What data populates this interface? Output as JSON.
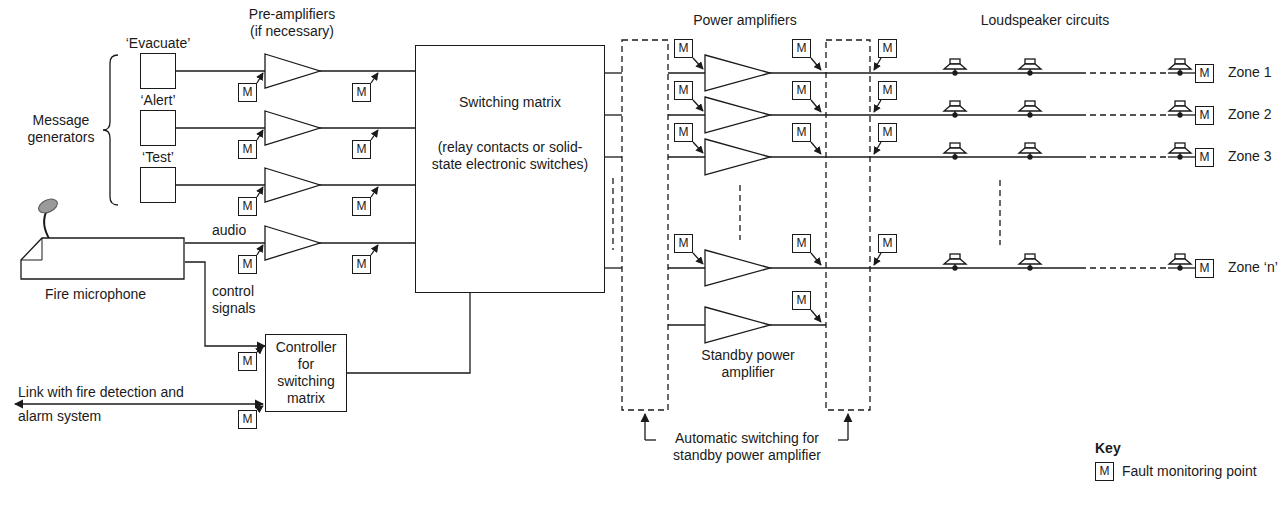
{
  "diagram": {
    "nodes": [
      {
        "text": [
          "‘Evacuate’"
        ]
      },
      {
        "text": [
          "‘Alert’"
        ]
      },
      {
        "text": [
          "‘Test’"
        ]
      },
      {
        "text": [
          "Fire microphone"
        ]
      },
      {
        "text": [
          "Switching matrix",
          "(relay contacts or solid-state electronic switches)"
        ]
      },
      {
        "text": [
          "Controller for switching matrix"
        ]
      },
      {
        "text": [
          "M"
        ]
      },
      {
        "text": [
          "M"
        ]
      },
      {
        "text": [
          "M"
        ]
      },
      {
        "text": [
          "M"
        ]
      },
      {
        "text": [
          "M"
        ]
      },
      {
        "text": [
          "M"
        ]
      },
      {
        "text": [
          "M"
        ]
      },
      {
        "text": [
          "M"
        ]
      },
      {
        "text": [
          "M"
        ]
      },
      {
        "text": [
          "M"
        ]
      },
      {
        "text": [
          "M"
        ]
      },
      {
        "text": [
          "M"
        ]
      },
      {
        "text": [
          "M"
        ]
      },
      {
        "text": [
          "M"
        ]
      },
      {
        "text": [
          "M"
        ]
      },
      {
        "text": [
          "M"
        ]
      },
      {
        "text": [
          "M"
        ]
      },
      {
        "text": [
          "M"
        ]
      },
      {
        "text": [
          "M"
        ]
      },
      {
        "text": [
          "M"
        ]
      },
      {
        "text": [
          "M"
        ]
      },
      {
        "text": [
          "M"
        ]
      },
      {
        "text": [
          "M"
        ]
      },
      {
        "text": [
          "M"
        ]
      },
      {
        "text": [
          "M"
        ]
      },
      {
        "text": [
          "M"
        ]
      },
      {
        "text": [
          "M"
        ]
      },
      {
        "text": [
          "M"
        ]
      }
    ],
    "edges": [
      {
        "from": 0,
        "to": 4,
        "arrow": "none"
      },
      {
        "from": 1,
        "to": 4,
        "arrow": "none"
      },
      {
        "from": 2,
        "to": 4,
        "arrow": "none"
      },
      {
        "from": 3,
        "to": 4,
        "label": "audio",
        "arrow": "none"
      },
      {
        "from": 3,
        "to": 5,
        "label": "control signals",
        "arrow": "to"
      },
      {
        "from": 5,
        "to": 4,
        "arrow": "none"
      }
    ],
    "labels": [
      "Message generators",
      "Pre-amplifiers",
      "(if necessary)",
      "Power amplifiers",
      "Loudspeaker circuits",
      "Zone 1",
      "Zone 2",
      "Zone 3",
      "Zone ‘n’",
      "Standby power amplifier",
      "Automatic switching for standby power amplifier",
      "Link with fire detection and alarm system",
      "Key"
    ],
    "legend": [
      {
        "text": "Fault monitoring point"
      }
    ]
  }
}
